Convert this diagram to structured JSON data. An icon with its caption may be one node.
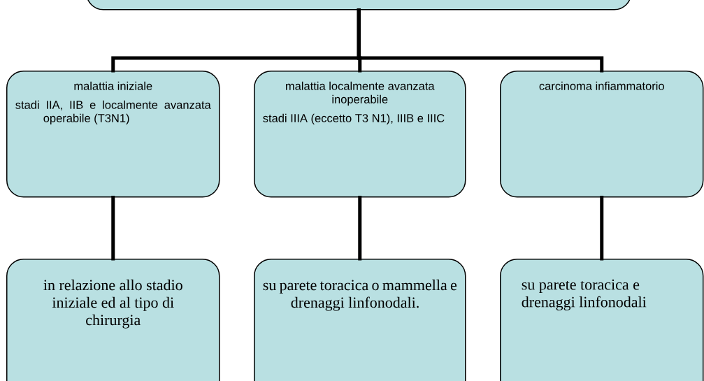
{
  "diagram": {
    "nodes": [
      {
        "text": [],
        "shape": "box"
      },
      {
        "text": [
          "malattia iniziale",
          "stadi IIA, IIB e localmente avanzata operabile (T3N1)"
        ]
      },
      {
        "text": [
          "malattia localmente avanzata inoperabile",
          "stadi IIIA (eccetto T3 N1), IIIB e IIIC"
        ]
      },
      {
        "text": [
          "carcinoma infiammatorio"
        ]
      },
      {
        "text": [
          "in relazione allo stadio iniziale ed al tipo di chirurgia"
        ]
      },
      {
        "text": [
          "su parete toracica o mammella e drenaggi linfonodali."
        ]
      },
      {
        "text": [
          "su parete toracica e drenaggi linfonodali"
        ]
      }
    ],
    "edges": [
      {
        "from": 0,
        "to": 1,
        "arrow": "none"
      },
      {
        "from": 0,
        "to": 2,
        "arrow": "none"
      },
      {
        "from": 0,
        "to": 3,
        "arrow": "none"
      },
      {
        "from": 1,
        "to": 4,
        "arrow": "none"
      },
      {
        "from": 2,
        "to": 5,
        "arrow": "none"
      },
      {
        "from": 3,
        "to": 6,
        "arrow": "none"
      }
    ]
  }
}
